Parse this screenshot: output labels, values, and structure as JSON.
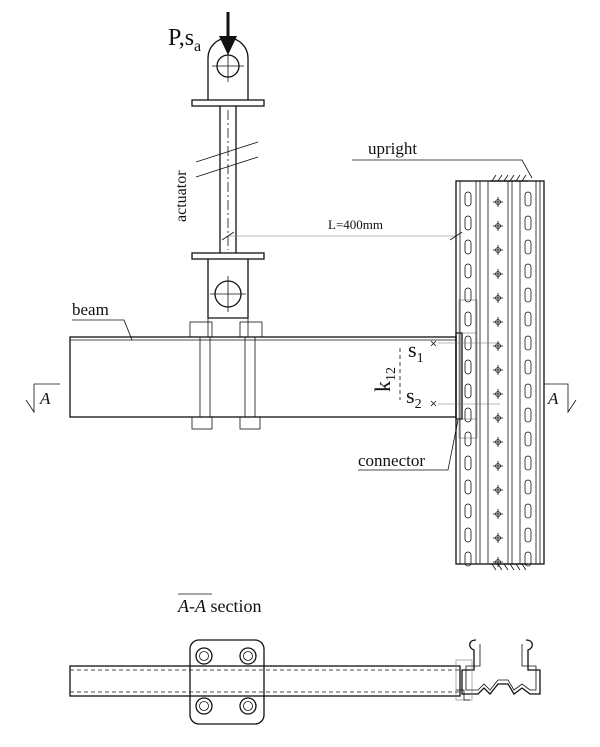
{
  "labels": {
    "load_P": "P,",
    "load_s": "s",
    "load_s_sub": "a",
    "actuator": "actuator",
    "upright": "upright",
    "length": "L=400mm",
    "beam": "beam",
    "k": "k",
    "k_sub": "12",
    "s1": "s",
    "s1_sub": "1",
    "s2": "s",
    "s2_sub": "2",
    "connector": "connector",
    "section_mark_left": "A",
    "section_mark_right": "A",
    "section_title_name": "A-A",
    "section_title_word": " section"
  },
  "colors": {
    "ink": "#111111",
    "light_line": "#777777",
    "background": "#ffffff"
  }
}
